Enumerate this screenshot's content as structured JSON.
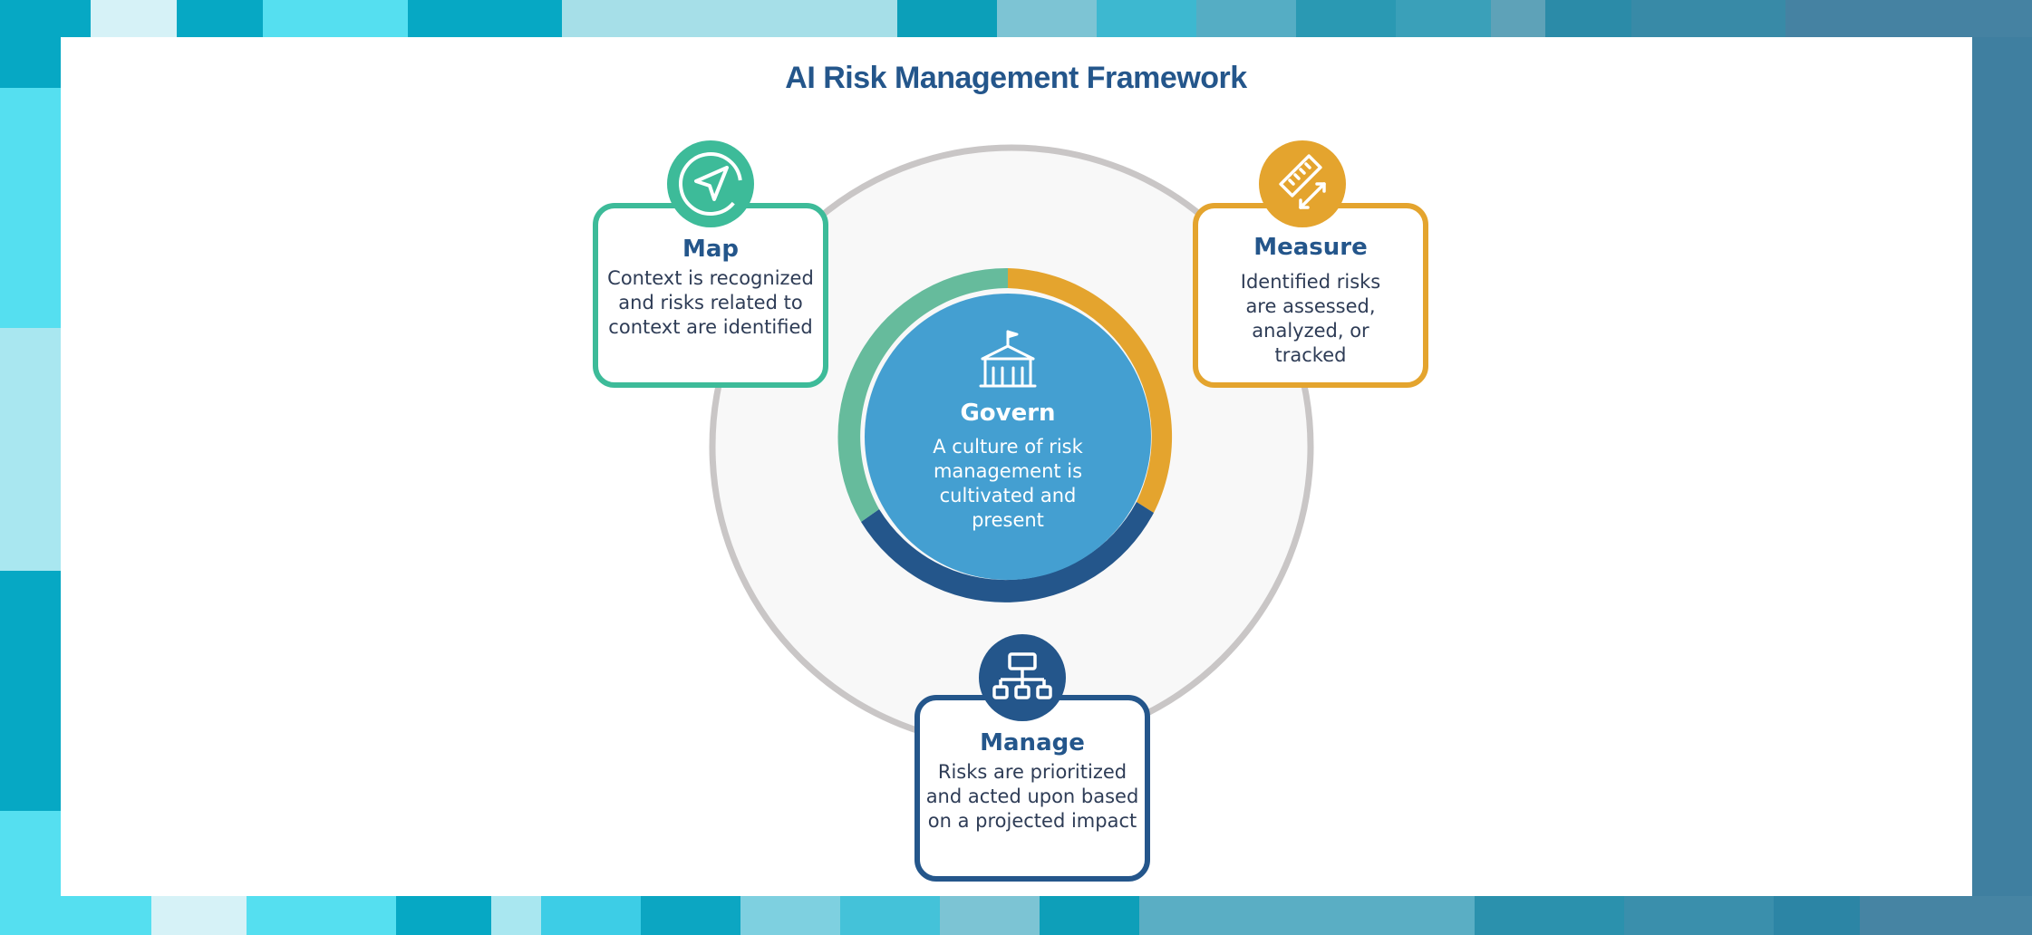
{
  "title": "AI Risk Management Framework",
  "colors": {
    "map": "#3dbb99",
    "measure": "#e4a42e",
    "manage": "#24568b",
    "govern_fill": "#449fd1",
    "ring_outline": "#c9c6c6",
    "title": "#24568b"
  },
  "center": {
    "name": "Govern",
    "description": "A culture of risk management is cultivated and present",
    "icon": "building-with-flag-icon"
  },
  "functions": [
    {
      "name": "Map",
      "description": "Context is recognized and risks related to context are identified",
      "icon": "navigation-arrow-icon"
    },
    {
      "name": "Measure",
      "description": "Identified risks are assessed, analyzed, or tracked",
      "icon": "ruler-icon"
    },
    {
      "name": "Manage",
      "description": "Risks are prioritized and acted upon based on a projected impact",
      "icon": "hierarchy-icon"
    }
  ]
}
